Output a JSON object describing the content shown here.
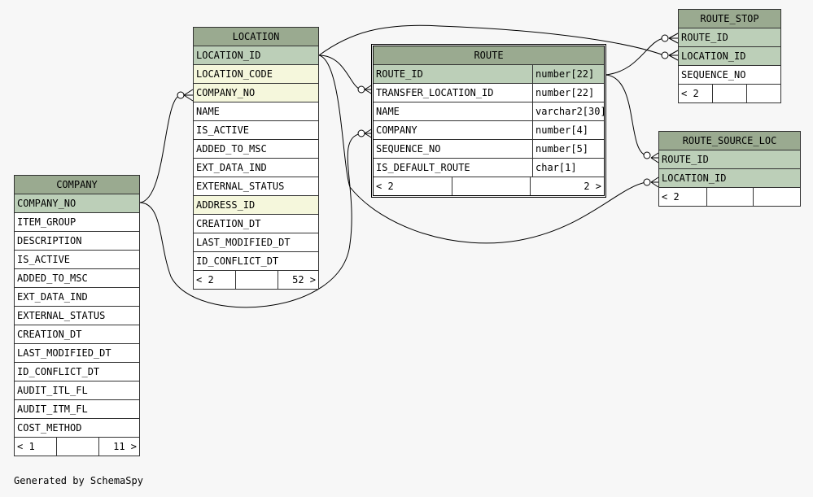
{
  "footer": "Generated by SchemaSpy",
  "colors": {
    "header": "#9aaa90",
    "primary_key": "#bccfb8",
    "foreign_key": "#f5f7dc",
    "plain": "#ffffff"
  },
  "tables": [
    {
      "name": "COMPANY",
      "columns": [
        {
          "name": "COMPANY_NO",
          "kind": "pk"
        },
        {
          "name": "ITEM_GROUP",
          "kind": "plain"
        },
        {
          "name": "DESCRIPTION",
          "kind": "plain"
        },
        {
          "name": "IS_ACTIVE",
          "kind": "plain"
        },
        {
          "name": "ADDED_TO_MSC",
          "kind": "plain"
        },
        {
          "name": "EXT_DATA_IND",
          "kind": "plain"
        },
        {
          "name": "EXTERNAL_STATUS",
          "kind": "plain"
        },
        {
          "name": "CREATION_DT",
          "kind": "plain"
        },
        {
          "name": "LAST_MODIFIED_DT",
          "kind": "plain"
        },
        {
          "name": "ID_CONFLICT_DT",
          "kind": "plain"
        },
        {
          "name": "AUDIT_ITL_FL",
          "kind": "plain"
        },
        {
          "name": "AUDIT_ITM_FL",
          "kind": "plain"
        },
        {
          "name": "COST_METHOD",
          "kind": "plain"
        }
      ],
      "footer": {
        "parents": "< 1",
        "rows": "",
        "children": "11 >"
      }
    },
    {
      "name": "LOCATION",
      "columns": [
        {
          "name": "LOCATION_ID",
          "kind": "pk"
        },
        {
          "name": "LOCATION_CODE",
          "kind": "fk"
        },
        {
          "name": "COMPANY_NO",
          "kind": "fk"
        },
        {
          "name": "NAME",
          "kind": "plain"
        },
        {
          "name": "IS_ACTIVE",
          "kind": "plain"
        },
        {
          "name": "ADDED_TO_MSC",
          "kind": "plain"
        },
        {
          "name": "EXT_DATA_IND",
          "kind": "plain"
        },
        {
          "name": "EXTERNAL_STATUS",
          "kind": "plain"
        },
        {
          "name": "ADDRESS_ID",
          "kind": "fk"
        },
        {
          "name": "CREATION_DT",
          "kind": "plain"
        },
        {
          "name": "LAST_MODIFIED_DT",
          "kind": "plain"
        },
        {
          "name": "ID_CONFLICT_DT",
          "kind": "plain"
        }
      ],
      "footer": {
        "parents": "< 2",
        "rows": "",
        "children": "52 >"
      }
    },
    {
      "name": "ROUTE",
      "columns": [
        {
          "name": "ROUTE_ID",
          "type": "number[22]",
          "kind": "pk"
        },
        {
          "name": "TRANSFER_LOCATION_ID",
          "type": "number[22]",
          "kind": "plain"
        },
        {
          "name": "NAME",
          "type": "varchar2[30]",
          "kind": "plain"
        },
        {
          "name": "COMPANY",
          "type": "number[4]",
          "kind": "plain"
        },
        {
          "name": "SEQUENCE_NO",
          "type": "number[5]",
          "kind": "plain"
        },
        {
          "name": "IS_DEFAULT_ROUTE",
          "type": "char[1]",
          "kind": "plain"
        }
      ],
      "footer": {
        "parents": "< 2",
        "rows": "",
        "children": "2 >"
      }
    },
    {
      "name": "ROUTE_STOP",
      "columns": [
        {
          "name": "ROUTE_ID",
          "kind": "pk"
        },
        {
          "name": "LOCATION_ID",
          "kind": "pk"
        },
        {
          "name": "SEQUENCE_NO",
          "kind": "plain"
        }
      ],
      "footer": {
        "parents": "< 2",
        "rows": "",
        "children": ""
      }
    },
    {
      "name": "ROUTE_SOURCE_LOC",
      "columns": [
        {
          "name": "ROUTE_ID",
          "kind": "pk"
        },
        {
          "name": "LOCATION_ID",
          "kind": "pk"
        }
      ],
      "footer": {
        "parents": "< 2",
        "rows": "",
        "children": ""
      }
    }
  ]
}
